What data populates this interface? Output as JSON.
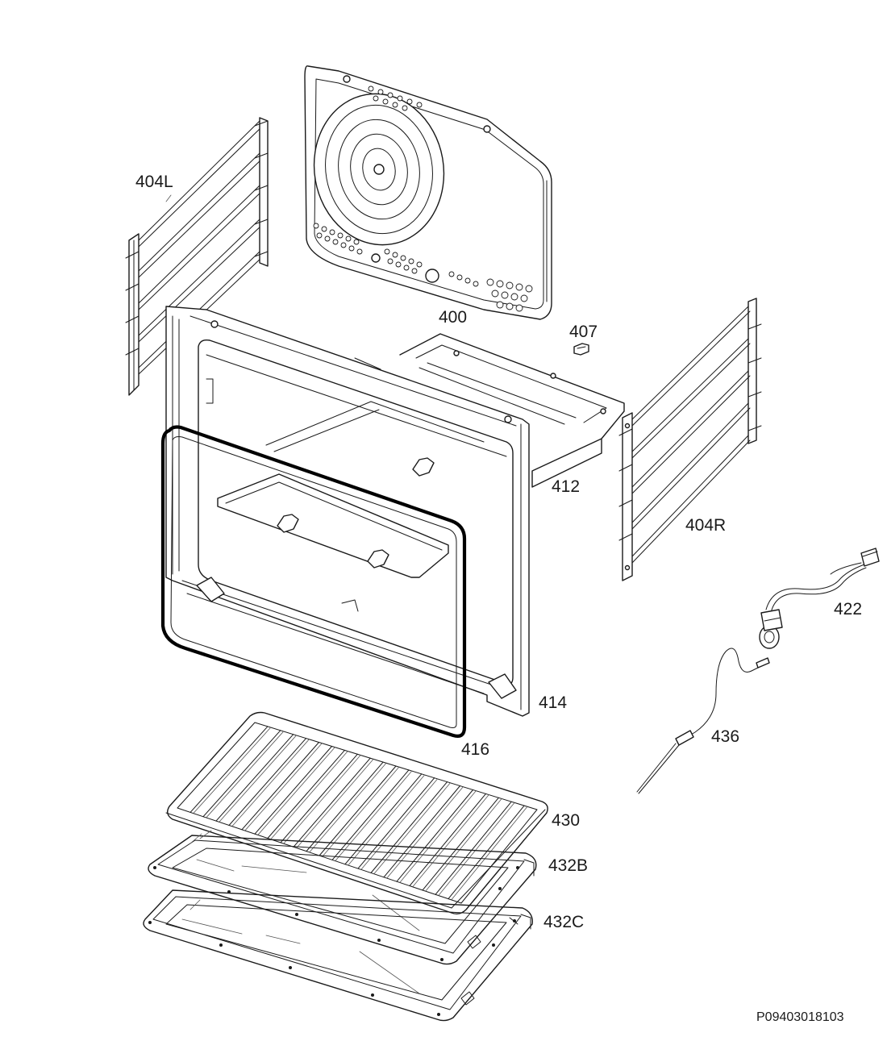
{
  "colors": {
    "line": "#1a1a1a",
    "background": "#ffffff"
  },
  "labels": {
    "part_400": "400",
    "part_404L": "404L",
    "part_404R": "404R",
    "part_407": "407",
    "part_412": "412",
    "part_414": "414",
    "part_416": "416",
    "part_422": "422",
    "part_430": "430",
    "part_432B": "432B",
    "part_432C": "432C",
    "part_436": "436"
  },
  "drawing_code": "P09403018103"
}
